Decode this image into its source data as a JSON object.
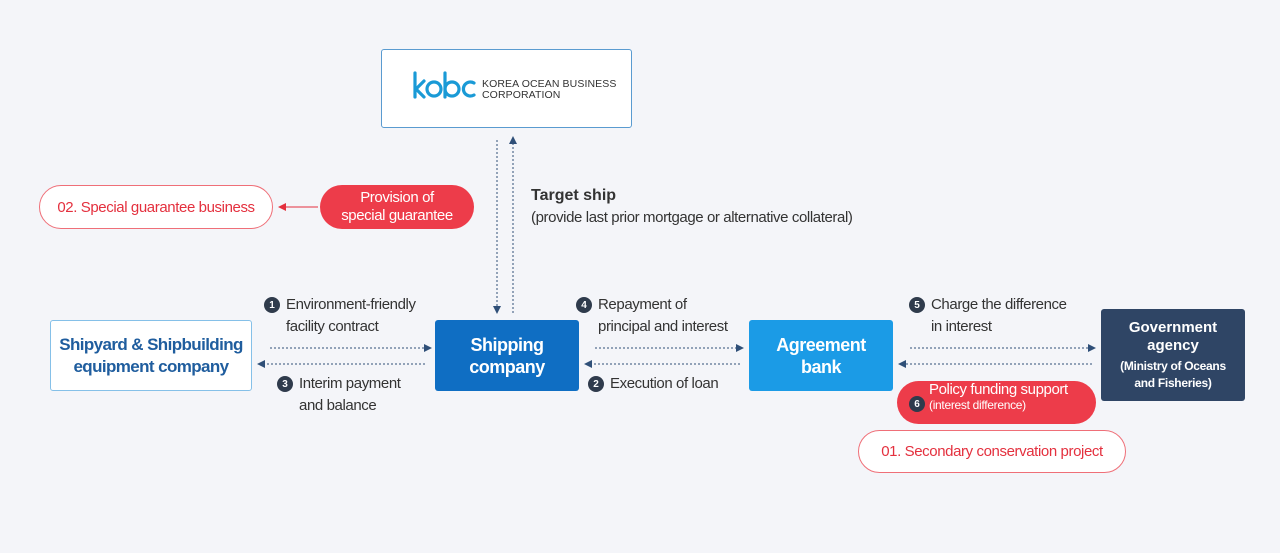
{
  "logo": {
    "mark": "kobc",
    "line1": "KOREA OCEAN BUSINESS",
    "line2": "CORPORATION",
    "colors": {
      "k": "#1a9ad6",
      "o": "#1a9ad6",
      "b": "#1a9ad6",
      "c": "#1a9ad6"
    }
  },
  "target_ship": {
    "title": "Target ship",
    "detail": "(provide last prior mortgage or alternative collateral)"
  },
  "special": {
    "business": "02. Special guarantee business",
    "provision_line1": "Provision of",
    "provision_line2": "special guarantee"
  },
  "entities": {
    "shipyard_line1": "Shipyard & Shipbuilding",
    "shipyard_line2": "equipment company",
    "shipping_line1": "Shipping",
    "shipping_line2": "company",
    "bank_line1": "Agreement",
    "bank_line2": "bank",
    "gov_line1": "Government",
    "gov_line2": "agency",
    "gov_sub1": "(Ministry of Oceans",
    "gov_sub2": "and Fisheries)"
  },
  "steps": {
    "s1_num": "1",
    "s1_line1": "Environment-friendly",
    "s1_line2": "facility contract",
    "s2_num": "2",
    "s2_text": "Execution of loan",
    "s3_num": "3",
    "s3_line1": "Interim payment",
    "s3_line2": "and balance",
    "s4_num": "4",
    "s4_line1": "Repayment of",
    "s4_line2": "principal and interest",
    "s5_num": "5",
    "s5_line1": "Charge the difference",
    "s5_line2": "in interest",
    "s6_num": "6",
    "s6_main": "Policy funding support",
    "s6_sub": "(interest difference)"
  },
  "secondary": "01. Secondary conservation project",
  "colors": {
    "red": "#ed3c4a",
    "navy": "#2f4565",
    "blue_dark": "#0f6ec3",
    "blue_light": "#1b9be6",
    "arrow": "#2f4f78"
  }
}
